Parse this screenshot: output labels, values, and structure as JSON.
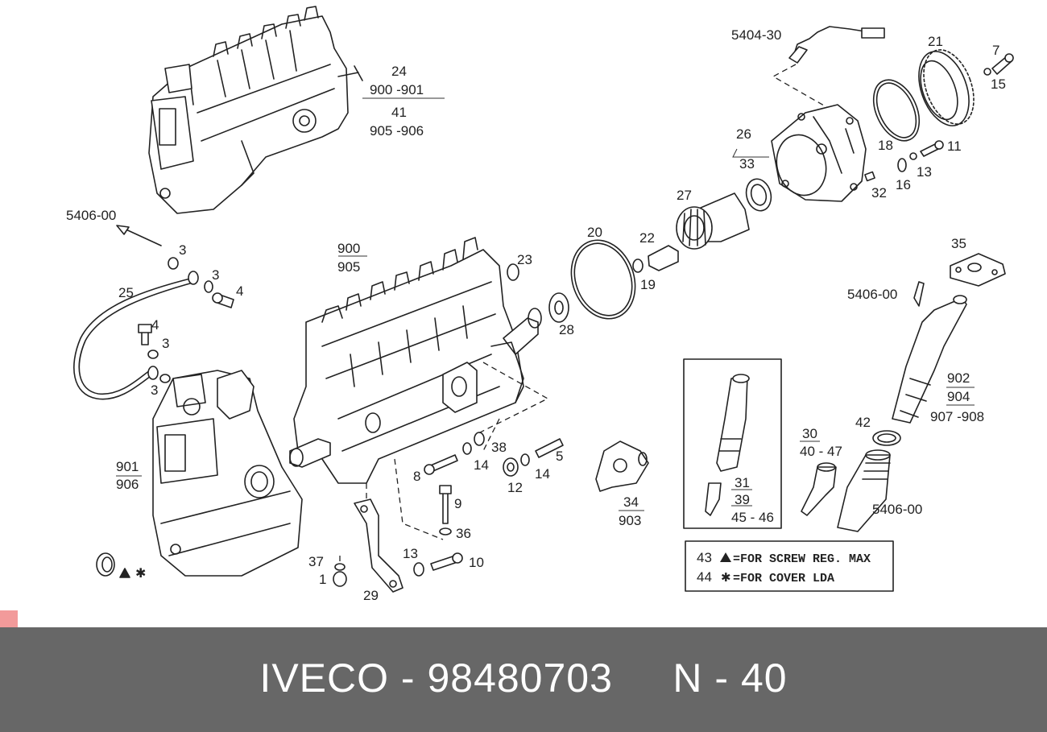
{
  "diagram": {
    "callouts": {
      "c24": "24",
      "c900_901": "900 -901",
      "c41": "41",
      "c905_906": "905 -906",
      "c5404_30": "5404-30",
      "c21": "21",
      "c7": "7",
      "c15": "15",
      "c26": "26",
      "c33": "33",
      "c18": "18",
      "c11": "11",
      "c13a": "13",
      "c16": "16",
      "c32": "32",
      "c27": "27",
      "c5406_00a": "5406-00",
      "c20": "20",
      "c22": "22",
      "c19": "19",
      "c3a": "3",
      "c3b": "3",
      "c4a": "4",
      "c25": "25",
      "c900": "900",
      "c905": "905",
      "c23": "23",
      "c28": "28",
      "c35": "35",
      "c5406_00b": "5406-00",
      "c4b": "4",
      "c3c": "3",
      "c3d": "3",
      "c902": "902",
      "c904": "904",
      "c907_908": "907 -908",
      "c901": "901",
      "c906": "906",
      "c38": "38",
      "c8": "8",
      "c14a": "14",
      "c5": "5",
      "c12": "12",
      "c14b": "14",
      "c30": "30",
      "c40_47": "40 - 47",
      "c42": "42",
      "c9": "9",
      "c34": "34",
      "c903": "903",
      "c31": "31",
      "c39": "39",
      "c45_46": "45 - 46",
      "c36": "36",
      "c5406_00c": "5406-00",
      "c37": "37",
      "c1": "1",
      "c13b": "13",
      "c10": "10",
      "c29": "29"
    },
    "legend": {
      "row1_num": "43",
      "row1_text": "=FOR SCREW REG. MAX",
      "row2_num": "44",
      "row2_text": "=FOR COVER LDA"
    }
  },
  "footer": {
    "brand": "IVECO",
    "separator1": " - ",
    "part_number": "98480703",
    "gap": "     ",
    "code_prefix": "N",
    "separator2": " - ",
    "code_number": "40"
  },
  "colors": {
    "footer_bg": "#676767",
    "footer_text": "#ffffff",
    "corner_mark": "#f29a9a",
    "line": "#222222"
  }
}
